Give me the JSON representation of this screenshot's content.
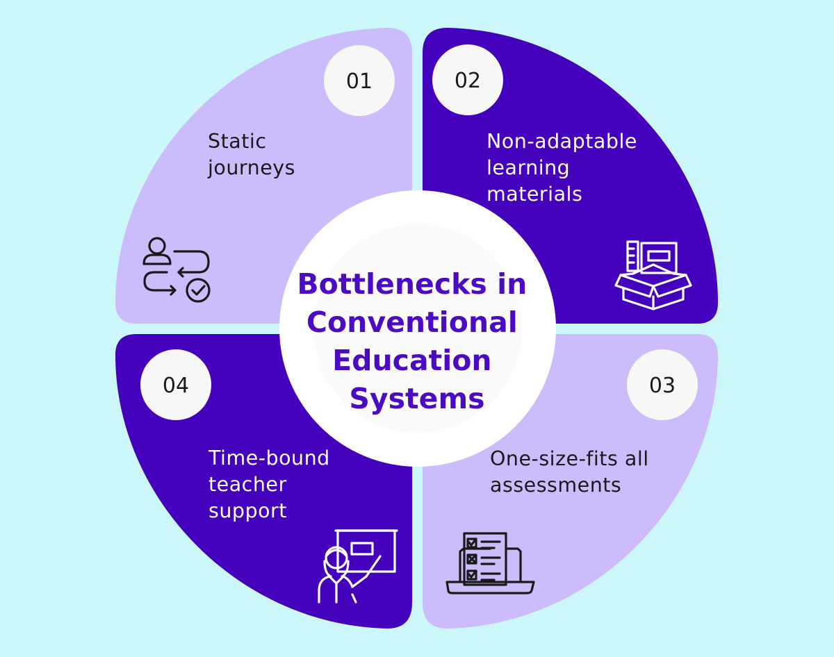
{
  "title": [
    "Bottlenecks in",
    "Conventional",
    "Education",
    "Systems"
  ],
  "colors": {
    "background": "#ccf8fc",
    "light_quadrant": "#cdbcfc",
    "dark_quadrant": "#4402bd",
    "accent_text": "#4a0bc2"
  },
  "items": [
    {
      "number": "01",
      "label": [
        "Static",
        "journeys"
      ],
      "icon": "user-route-check-icon"
    },
    {
      "number": "02",
      "label": [
        "Non-adaptable",
        "learning",
        "materials"
      ],
      "icon": "box-of-materials-icon"
    },
    {
      "number": "03",
      "label": [
        "One-size-fits all",
        "assessments"
      ],
      "icon": "laptop-checklist-icon"
    },
    {
      "number": "04",
      "label": [
        "Time-bound",
        "teacher",
        "support"
      ],
      "icon": "teacher-presentation-icon"
    }
  ]
}
